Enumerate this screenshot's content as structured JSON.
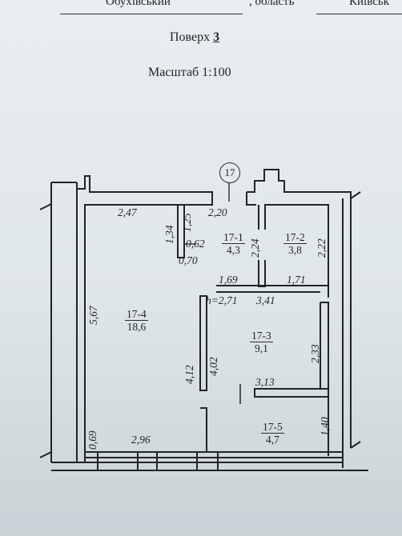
{
  "header": {
    "district": "Обухівський",
    "region_word": ", область",
    "region": "Київськ"
  },
  "floor": {
    "label": "Поверх",
    "number": "3"
  },
  "scale": "Масштаб 1:100",
  "apartment_number": "17",
  "rooms": [
    {
      "id": "17-1",
      "area": "4,3"
    },
    {
      "id": "17-2",
      "area": "3,8"
    },
    {
      "id": "17-3",
      "area": "9,1"
    },
    {
      "id": "17-4",
      "area": "18,6"
    },
    {
      "id": "17-5",
      "area": "4,7"
    }
  ],
  "dimensions": {
    "d247": "2,47",
    "d220": "2,20",
    "d134": "1,34",
    "d125": "1,25",
    "d062": "0,62",
    "d070": "0,70",
    "d224": "2,24",
    "d222": "2,22",
    "d169": "1,69",
    "d171": "1,71",
    "h": "h=2,71",
    "d341": "3,41",
    "d567": "5,67",
    "d412": "4,12",
    "d402": "4,02",
    "d233": "2,33",
    "d313": "3,13",
    "d140": "1,40",
    "d069": "0,69",
    "d296": "2,96"
  }
}
